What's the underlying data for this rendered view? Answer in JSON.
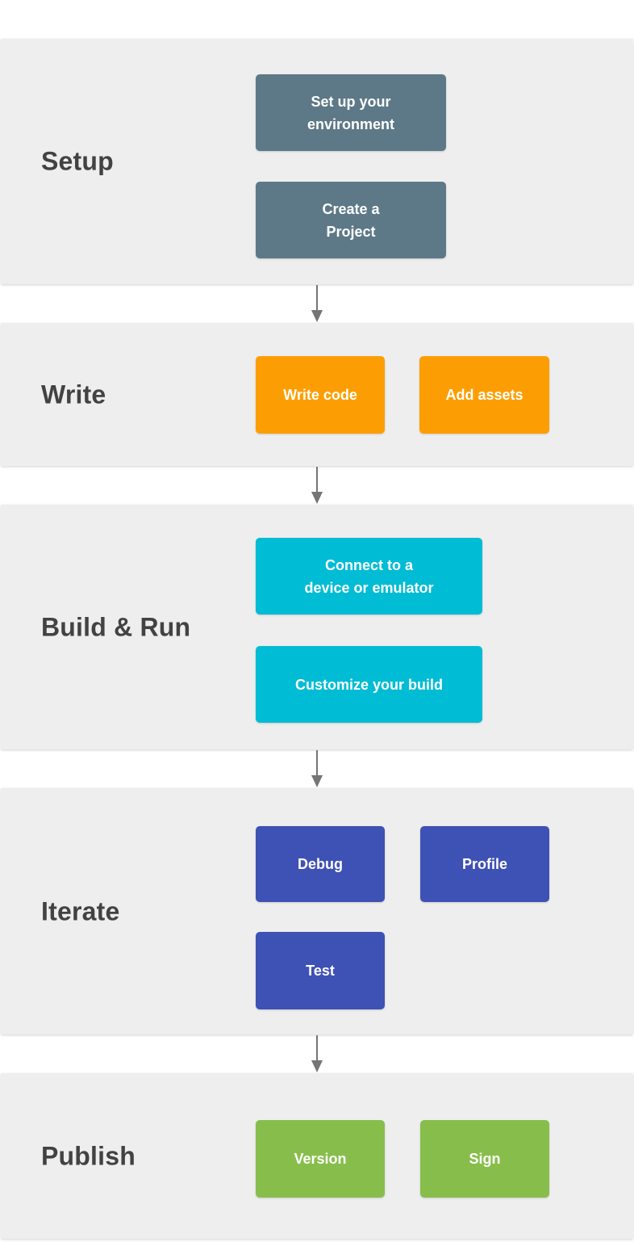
{
  "colors": {
    "page_bg": "#FFFFFF",
    "panel_bg": "#EEEEEE",
    "label": "#424242",
    "arrow": "#757575"
  },
  "sections": [
    {
      "id": "setup",
      "label": "Setup",
      "box_color": "#5D7987",
      "boxes": [
        {
          "lines": [
            "Set up your",
            "environment"
          ]
        },
        {
          "lines": [
            "Create a",
            "Project"
          ]
        }
      ]
    },
    {
      "id": "write",
      "label": "Write",
      "box_color": "#FC9E03",
      "boxes": [
        {
          "lines": [
            "Write code"
          ]
        },
        {
          "lines": [
            "Add assets"
          ]
        }
      ]
    },
    {
      "id": "build-run",
      "label": "Build & Run",
      "box_color": "#00BCD4",
      "boxes": [
        {
          "lines": [
            "Connect to a",
            "device or emulator"
          ]
        },
        {
          "lines": [
            "Customize your build"
          ]
        }
      ]
    },
    {
      "id": "iterate",
      "label": "Iterate",
      "box_color": "#3E51B4",
      "boxes": [
        {
          "lines": [
            "Debug"
          ]
        },
        {
          "lines": [
            "Profile"
          ]
        },
        {
          "lines": [
            "Test"
          ]
        }
      ]
    },
    {
      "id": "publish",
      "label": "Publish",
      "box_color": "#87BE4B",
      "boxes": [
        {
          "lines": [
            "Version"
          ]
        },
        {
          "lines": [
            "Sign"
          ]
        }
      ]
    }
  ]
}
